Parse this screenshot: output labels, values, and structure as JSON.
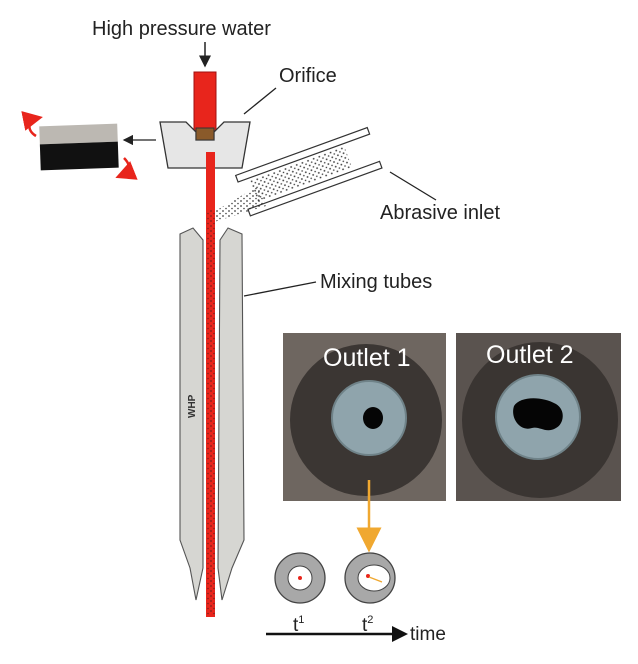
{
  "labels": {
    "input": "High pressure water",
    "orifice": "Orifice",
    "abrasive": "Abrasive inlet",
    "mixing": "Mixing tubes",
    "tube_marking": "WHP"
  },
  "photos": [
    {
      "label": "Outlet 1"
    },
    {
      "label": "Outlet 2"
    }
  ],
  "timeline": {
    "label": "time",
    "t1_base": "t",
    "t1_sup": "1",
    "t2_base": "t",
    "t2_sup": "2"
  },
  "colors": {
    "water_jet": "#e8251c",
    "arrow_orange": "#f0a830",
    "tube_fill": "#d6d6d2",
    "orifice_fill": "#e6e6e6",
    "photo_bg": "#6e6660",
    "insert_blue": "#8fa4ac"
  }
}
